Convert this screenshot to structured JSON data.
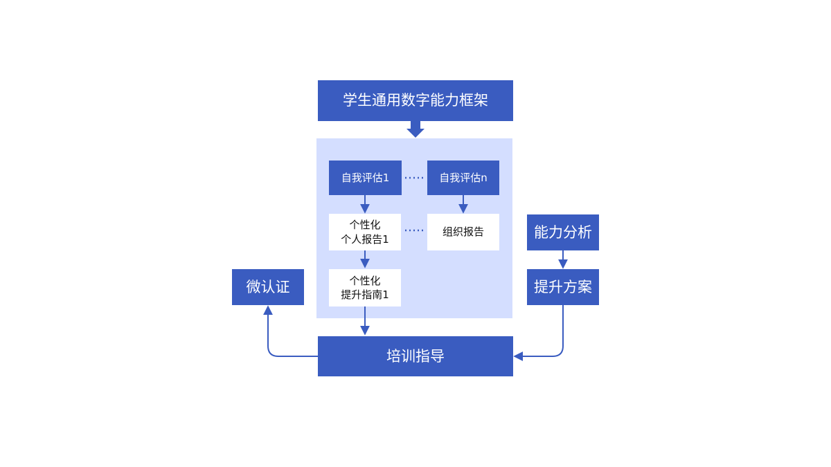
{
  "colors": {
    "primary": "#3a5cc0",
    "panel": "#d4deff",
    "connector": "#3a5cc0"
  },
  "framework": {
    "label": "学生通用数字能力框架"
  },
  "self_eval_1": {
    "label": "自我评估1"
  },
  "self_eval_n": {
    "label": "自我评估n"
  },
  "personal_report_1": {
    "line1": "个性化",
    "line2": "个人报告1"
  },
  "org_report": {
    "label": "组织报告"
  },
  "improve_guide_1": {
    "line1": "个性化",
    "line2": "提升指南1"
  },
  "ability_analysis": {
    "label": "能力分析"
  },
  "improvement_plan": {
    "label": "提升方案"
  },
  "micro_cert": {
    "label": "微认证"
  },
  "training": {
    "label": "培训指导"
  }
}
